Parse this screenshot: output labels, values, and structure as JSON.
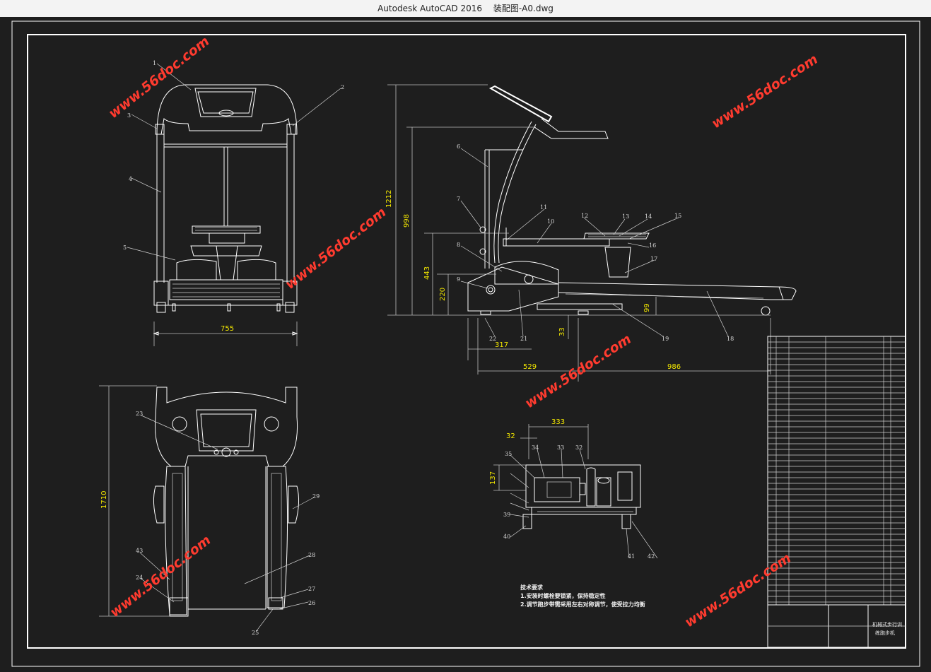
{
  "window": {
    "app_name": "Autodesk AutoCAD 2016",
    "file_name": "装配图-A0.dwg"
  },
  "watermark": "www.56doc.com",
  "dimensions": {
    "front_width": "755",
    "side_h_total": "1212",
    "side_h_998": "998",
    "side_h_443": "443",
    "side_h_220": "220",
    "side_99": "99",
    "side_33": "33",
    "side_317": "317",
    "side_529": "529",
    "side_986": "986",
    "top_len": "1710",
    "motor_333": "333",
    "motor_32": "32",
    "motor_137": "137"
  },
  "part_labels": [
    "1",
    "2",
    "3",
    "4",
    "5",
    "6",
    "7",
    "8",
    "9",
    "10",
    "11",
    "12",
    "13",
    "14",
    "15",
    "16",
    "17",
    "18",
    "19",
    "21",
    "22",
    "23",
    "24",
    "25",
    "26",
    "27",
    "28",
    "29",
    "32",
    "33",
    "34",
    "35",
    "39",
    "40",
    "41",
    "42",
    "43"
  ],
  "tech_notes": {
    "heading": "技术要求",
    "line1": "1.安装时螺栓要锁紧，保持稳定性",
    "line2": "2.调节跑步带需采用左右对称调节，使受拉力均衡"
  },
  "title_block": {
    "title_line1": "机械式步行训",
    "title_line2": "练跑步机"
  }
}
